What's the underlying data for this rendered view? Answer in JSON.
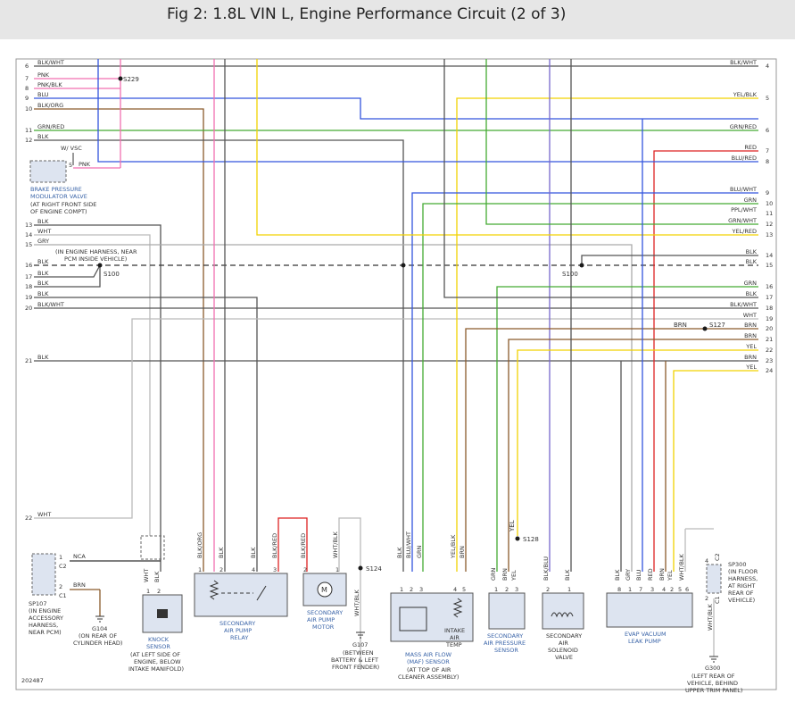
{
  "title": "Fig 2: 1.8L VIN L, Engine Performance Circuit (2 of 3)",
  "figure_number": "202487",
  "colors": {
    "BLK": "#555555",
    "WHT": "#bbbbbb",
    "GRY": "#aaaaaa",
    "PNK": "#f26fb0",
    "BLU": "#3355dd",
    "GRN": "#44aa33",
    "YEL": "#f2d200",
    "BRN": "#8a5a2b",
    "RED": "#dd2222",
    "ORG": "#f0a030",
    "PPL": "#7766cc",
    "SPLICE": "#1a1a1a",
    "LABEL_BLUE": "#3a64a8"
  },
  "left_circuits": [
    {
      "pin": "6",
      "label": "BLK/WHT"
    },
    {
      "pin": "7",
      "label": "PNK"
    },
    {
      "pin": "8",
      "label": "PNK/BLK"
    },
    {
      "pin": "9",
      "label": "BLU"
    },
    {
      "pin": "10",
      "label": "BLK/ORG"
    },
    {
      "pin": "11",
      "label": "GRN/RED"
    },
    {
      "pin": "12",
      "label": "BLK"
    },
    {
      "pin": "13",
      "label": "BLK"
    },
    {
      "pin": "14",
      "label": "WHT"
    },
    {
      "pin": "15",
      "label": "GRY"
    },
    {
      "pin": "16",
      "label": "BLK"
    },
    {
      "pin": "17",
      "label": "BLK"
    },
    {
      "pin": "18",
      "label": "BLK"
    },
    {
      "pin": "19",
      "label": "BLK"
    },
    {
      "pin": "20",
      "label": "BLK/WHT"
    },
    {
      "pin": "21",
      "label": "BLK"
    },
    {
      "pin": "22",
      "label": "WHT"
    }
  ],
  "right_circuits": [
    {
      "pin": "4",
      "label": "BLK/WHT"
    },
    {
      "pin": "5",
      "label": "YEL/BLK"
    },
    {
      "pin": "6",
      "label": "GRN/RED"
    },
    {
      "pin": "7",
      "label": "RED"
    },
    {
      "pin": "8",
      "label": "BLU/RED"
    },
    {
      "pin": "9",
      "label": "BLU/WHT"
    },
    {
      "pin": "10",
      "label": "GRN"
    },
    {
      "pin": "11",
      "label": "PPL/WHT"
    },
    {
      "pin": "12",
      "label": "GRN/WHT"
    },
    {
      "pin": "13",
      "label": "YEL/RED"
    },
    {
      "pin": "14",
      "label": "BLK"
    },
    {
      "pin": "15",
      "label": "BLK"
    },
    {
      "pin": "16",
      "label": "GRN"
    },
    {
      "pin": "17",
      "label": "BLK"
    },
    {
      "pin": "18",
      "label": "BLK/WHT"
    },
    {
      "pin": "19",
      "label": "WHT"
    },
    {
      "pin": "20",
      "label": "BRN"
    },
    {
      "pin": "21",
      "label": "BRN"
    },
    {
      "pin": "22",
      "label": "YEL"
    },
    {
      "pin": "23",
      "label": "BRN"
    },
    {
      "pin": "24",
      "label": "YEL"
    }
  ],
  "splices": {
    "s229": "S229",
    "s100_left": "S100",
    "s100_right": "S100",
    "s127": "S127",
    "s128": "S128",
    "s124": "S124"
  },
  "annotations": {
    "wvsc": "W/ VSC",
    "brake_pin": "5",
    "brake_wire": "PNK",
    "harness_note": [
      "(IN ENGINE HARNESS, NEAR",
      "PCM INSIDE VEHICLE)"
    ],
    "yel_s128": "YEL",
    "brn_s127": "BRN"
  },
  "components": {
    "brake_valve": {
      "name": [
        "BRAKE PRESSURE",
        "MODULATOR VALVE"
      ],
      "note": [
        "(AT RIGHT FRONT SIDE",
        "OF ENGINE COMPT)"
      ]
    },
    "sp107": {
      "name": "SP107",
      "note": [
        "(IN ENGINE",
        "ACCESSORY",
        "HARNESS,",
        "NEAR PCM)"
      ],
      "pins": [
        "1",
        "C2",
        "2",
        "C1"
      ],
      "wires": [
        "NCA",
        "BRN"
      ]
    },
    "g104": {
      "name": "G104",
      "note": [
        "(ON REAR OF",
        "CYLINDER HEAD)"
      ]
    },
    "knock_sensor": {
      "name": [
        "KNOCK",
        "SENSOR"
      ],
      "note": [
        "(AT LEFT SIDE OF",
        "ENGINE, BELOW",
        "INTAKE MANIFOLD)"
      ],
      "pins": [
        "1",
        "2"
      ],
      "wires": [
        "WHT",
        "BLK"
      ]
    },
    "relay": {
      "name": [
        "SECONDARY",
        "AIR PUMP",
        "RELAY"
      ],
      "pins": [
        "1",
        "2",
        "4",
        "3"
      ],
      "wires": [
        "BLK/ORG",
        "BLK",
        "BLK",
        "BLK/RED"
      ]
    },
    "pump_motor": {
      "name": [
        "SECONDARY",
        "AIR PUMP",
        "MOTOR"
      ],
      "pins": [
        "2",
        "1"
      ],
      "wires": [
        "BLK/RED",
        "WHT/BLK"
      ],
      "symbol": "M"
    },
    "g107": {
      "name": "G107",
      "note": [
        "(BETWEEN",
        "BATTERY & LEFT",
        "FRONT FENDER)"
      ],
      "wire": "WHT/BLK"
    },
    "maf": {
      "name": [
        "MASS AIR FLOW",
        "(MAF) SENSOR"
      ],
      "note": [
        "(AT TOP OF AIR",
        "CLEANER ASSEMBLY)"
      ],
      "sub": [
        "INTAKE",
        "AIR",
        "TEMP"
      ],
      "pins": [
        "1",
        "2",
        "3",
        "4",
        "5"
      ],
      "wires": [
        "BLK",
        "BLU/WHT",
        "GRN",
        "YEL/BLK",
        "BRN"
      ]
    },
    "air_pressure": {
      "name": [
        "SECONDARY",
        "AIR PRESSURE",
        "SENSOR"
      ],
      "pins": [
        "1",
        "2",
        "3"
      ],
      "wires": [
        "GRN",
        "BRN",
        "YEL"
      ]
    },
    "solenoid": {
      "name": [
        "SECONDARY",
        "AIR",
        "SOLENOID",
        "VALVE"
      ],
      "pins": [
        "2",
        "1"
      ],
      "wires": [
        "BLK/BLU",
        "BLK"
      ]
    },
    "evap": {
      "name": [
        "EVAP VACUUM",
        "LEAK PUMP"
      ],
      "pins": [
        "8",
        "1",
        "7",
        "3",
        "4",
        "2",
        "5",
        "6"
      ],
      "wires": [
        "BLK",
        "GRY",
        "BLU",
        "RED",
        "BRN",
        "YEL",
        "WHT/BLK"
      ]
    },
    "sp300": {
      "name": "SP300",
      "note": [
        "(IN FLOOR",
        "HARNESS,",
        "AT RIGHT",
        "REAR OF",
        "VEHICLE)"
      ],
      "pins": [
        "4",
        "C2",
        "2",
        "C1"
      ],
      "wire": "WHT/BLK"
    },
    "g300": {
      "name": "G300",
      "note": [
        "(LEFT REAR OF",
        "VEHICLE, BEHIND",
        "UPPER TRIM PANEL)"
      ]
    }
  }
}
